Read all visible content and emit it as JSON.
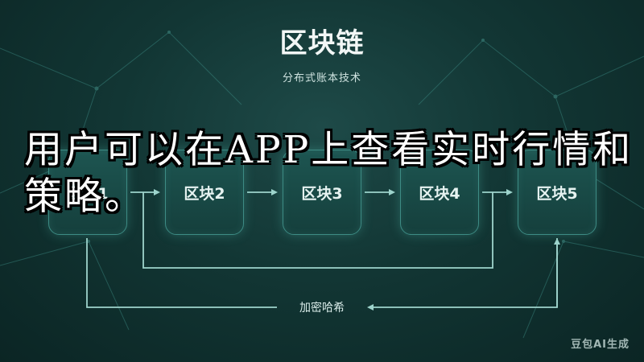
{
  "diagram": {
    "title": "区块链",
    "subtitle": "分布式账本技术",
    "blocks": [
      "区块1",
      "区块2",
      "区块3",
      "区块4",
      "区块5"
    ],
    "hash_label": "加密哈希"
  },
  "overlay": {
    "caption": "用户可以在APP上查看实时行情和策略。"
  },
  "watermark": "豆包AI生成",
  "colors": {
    "background": "#123634",
    "block_fill": "#1a4d4a",
    "block_border": "#3d8b84",
    "connector": "#9ed4cc",
    "title_text": "#f2f7f6"
  }
}
